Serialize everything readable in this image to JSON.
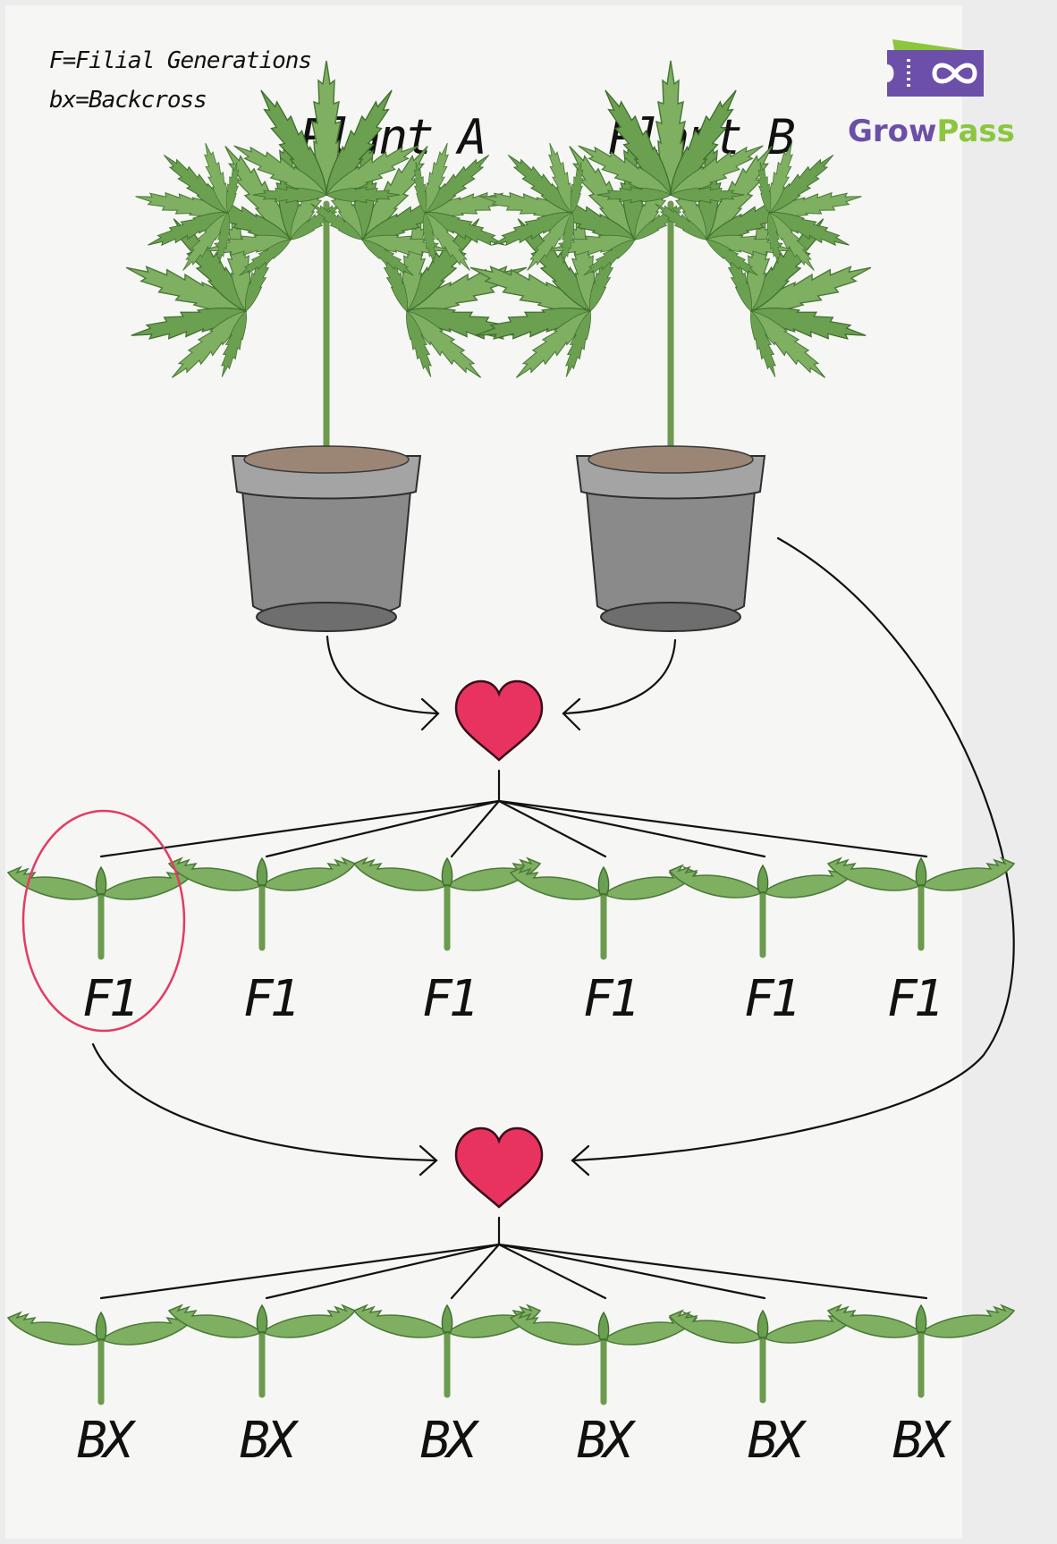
{
  "legend": {
    "line1": "F=Filial Generations",
    "line2": "bx=Backcross"
  },
  "brand": {
    "name_part1": "Grow",
    "name_part2": "Pass",
    "color_purple": "#6b4fa8",
    "color_green": "#8cc63f"
  },
  "parents": [
    {
      "title": "Plant A"
    },
    {
      "title": "Plant B"
    }
  ],
  "f1_generation": {
    "labels": [
      "F1",
      "F1",
      "F1",
      "F1",
      "F1",
      "F1"
    ],
    "highlight_index": 0,
    "highlight_color": "#e33b64"
  },
  "bx_generation": {
    "labels": [
      "BX",
      "BX",
      "BX",
      "BX",
      "BX",
      "BX"
    ]
  },
  "colors": {
    "heart": "#e8325f",
    "leaf": "#7fb062",
    "pot": "#8a8a8a"
  }
}
